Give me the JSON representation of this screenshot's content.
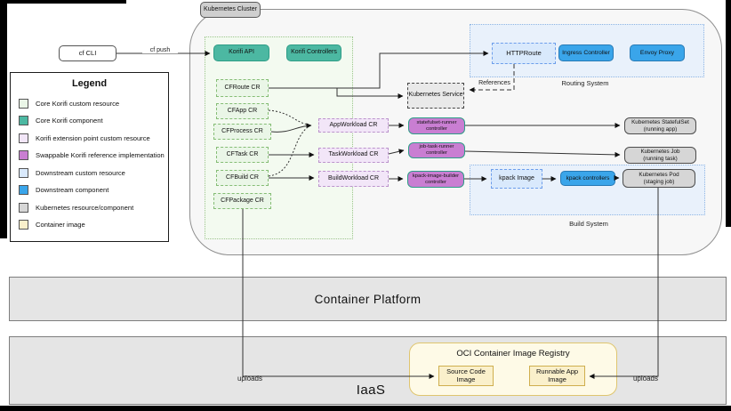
{
  "cluster": {
    "label": "Kubernetes Cluster"
  },
  "cli": {
    "label": "cf CLI",
    "edge_label": "cf push"
  },
  "legend": {
    "title": "Legend",
    "items": [
      {
        "label": "Core Korifi custom resource",
        "color": "#eaf6e7"
      },
      {
        "label": "Core Korifi component",
        "color": "#4cb8a2"
      },
      {
        "label": "Korifi extension point custom resource",
        "color": "#f2e6f8"
      },
      {
        "label": "Swappable Korifi reference implementation",
        "color": "#c97ed2"
      },
      {
        "label": "Downstream custom resource",
        "color": "#d9e9fc"
      },
      {
        "label": "Downstream component",
        "color": "#3aa5ea"
      },
      {
        "label": "Kubernetes resource/component",
        "color": "#d6d6d6"
      },
      {
        "label": "Container image",
        "color": "#faf0cb"
      }
    ]
  },
  "core": {
    "api": "Korifi API",
    "controllers": "Korifi Controllers",
    "crs": {
      "route": "CFRoute CR",
      "app": "CFApp CR",
      "process": "CFProcess CR",
      "task": "CFTask CR",
      "build": "CFBuild CR",
      "package": "CFPackage CR"
    }
  },
  "workloads": {
    "app": "AppWorkload CR",
    "task": "TaskWorkload CR",
    "build": "BuildWorkload CR"
  },
  "impl_controllers": {
    "statefulset": "statefulset-runner controller",
    "job": "job-task-runner controller",
    "kpack": "kpack-image-builder controller"
  },
  "k8s": {
    "service": "Kubernetes Service",
    "statefulset": {
      "title": "Kubernetes StatefulSet",
      "subtitle": "(running app)"
    },
    "job": {
      "title": "Kubernetes Job",
      "subtitle": "(running task)"
    },
    "pod": {
      "title": "Kubernetes Pod",
      "subtitle": "(staging job)"
    }
  },
  "routing": {
    "label": "Routing System",
    "httproute": "HTTPRoute",
    "ingress": "Ingress Controller",
    "envoy": "Envoy Proxy",
    "references_label": "References"
  },
  "build": {
    "label": "Build System",
    "kpack_image": "kpack Image",
    "kpack_controllers": "kpack controllers"
  },
  "platform": {
    "container_platform": "Container Platform",
    "iaas": "IaaS"
  },
  "registry": {
    "title": "OCI Container Image Registry",
    "source_image": "Source Code Image",
    "runnable_image": "Runnable App Image",
    "uploads_left": "uploads",
    "uploads_right": "uploads"
  }
}
